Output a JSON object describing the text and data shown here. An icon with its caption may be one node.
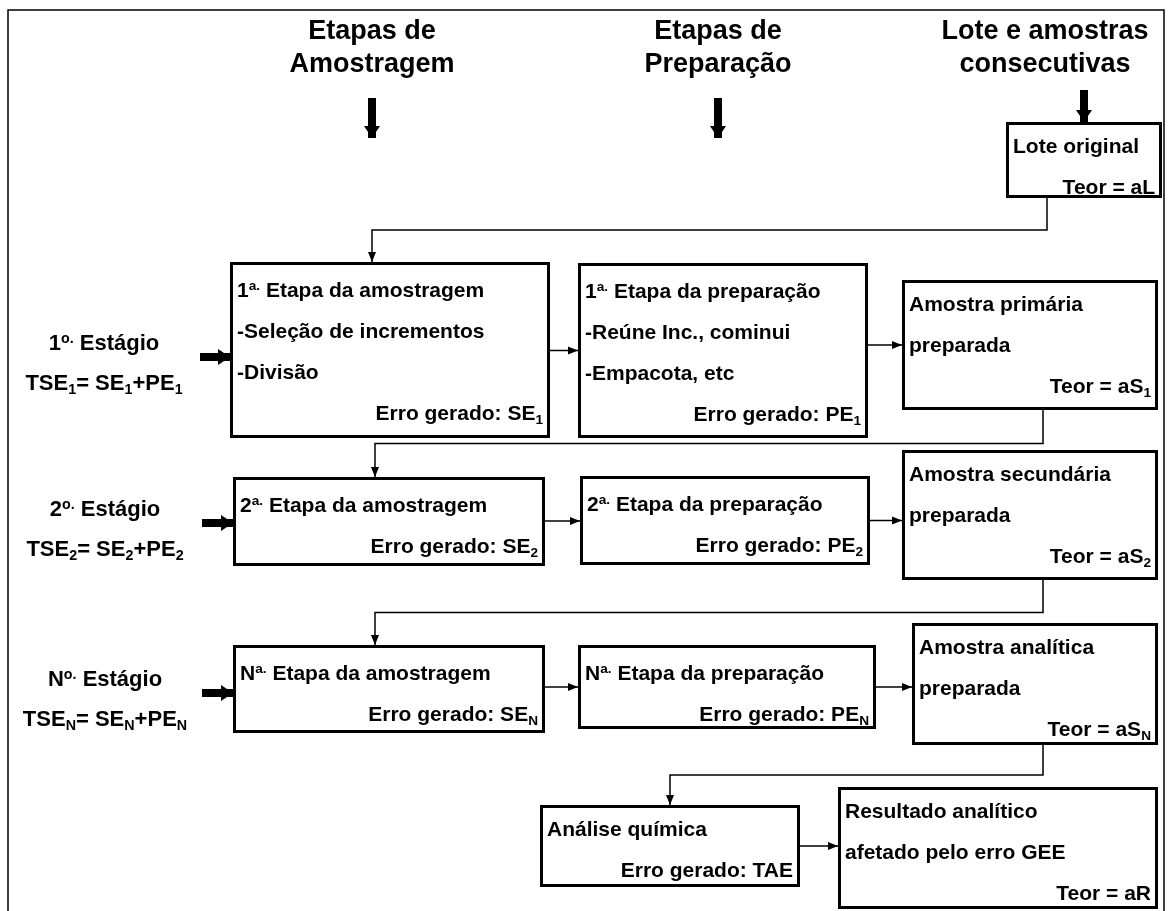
{
  "diagram": {
    "nodes": [
      {
        "text": [
          "Etapas de Amostragem"
        ]
      },
      {
        "text": [
          "Etapas de Preparação"
        ]
      },
      {
        "text": [
          "Lote e amostras consecutivas"
        ]
      },
      {
        "text": [
          "Lote original",
          "Teor = aL"
        ]
      },
      {
        "text": [
          "1$^{o.}$ Estágio",
          "TSE$_{1}$= SE$_{1}$+PE$_{1}$"
        ]
      },
      {
        "text": [
          "1$^{a.}$ Etapa da amostragem",
          "-Seleção de incrementos",
          "-Divisão",
          "Erro gerado: SE$_{1}$"
        ]
      },
      {
        "text": [
          "1$^{a.}$ Etapa da preparação",
          "-Reúne Inc., cominui",
          "-Empacota, etc",
          "Erro gerado: PE$_{1}$"
        ]
      },
      {
        "text": [
          "Amostra primária preparada",
          "Teor = aS$_{1}$"
        ]
      },
      {
        "text": [
          "2$^{o.}$ Estágio",
          "TSE$_{2}$= SE$_{2}$+PE$_{2}$"
        ]
      },
      {
        "text": [
          "2$^{a.}$ Etapa da amostragem",
          "Erro gerado: SE$_{2}$"
        ]
      },
      {
        "text": [
          "2$^{a.}$ Etapa da preparação",
          "Erro gerado: PE$_{2}$"
        ]
      },
      {
        "text": [
          "Amostra secundária preparada",
          "Teor = aS$_{2}$"
        ]
      },
      {
        "text": [
          "N$^{o.}$ Estágio",
          "TSE$_{N}$= SE$_{N}$+PE$_{N}$"
        ]
      },
      {
        "text": [
          "N$^{a.}$ Etapa da amostragem",
          "Erro gerado: SE$_{N}$"
        ]
      },
      {
        "text": [
          "N$^{a.}$ Etapa da preparação",
          "Erro gerado: PE$_{N}$"
        ]
      },
      {
        "text": [
          "Amostra analítica preparada",
          "Teor = aS$_{N}$"
        ]
      },
      {
        "text": [
          "Análise química",
          "Erro gerado: TAE"
        ]
      },
      {
        "text": [
          "Resultado analítico afetado pelo erro GEE",
          "Teor = aR"
        ]
      }
    ],
    "edges": [
      {
        "from": 0,
        "to": null,
        "arrow": "to",
        "style": "thick"
      },
      {
        "from": 1,
        "to": null,
        "arrow": "to",
        "style": "thick"
      },
      {
        "from": 2,
        "to": 3,
        "arrow": "to",
        "style": "thick"
      },
      {
        "from": 3,
        "to": 5,
        "arrow": "to"
      },
      {
        "from": 4,
        "to": 5,
        "arrow": "to",
        "style": "thick"
      },
      {
        "from": 5,
        "to": 6,
        "arrow": "to"
      },
      {
        "from": 6,
        "to": 7,
        "arrow": "to"
      },
      {
        "from": 7,
        "to": 9,
        "arrow": "to"
      },
      {
        "from": 8,
        "to": 9,
        "arrow": "to",
        "style": "thick"
      },
      {
        "from": 9,
        "to": 10,
        "arrow": "to"
      },
      {
        "from": 10,
        "to": 11,
        "arrow": "to"
      },
      {
        "from": 11,
        "to": 13,
        "arrow": "to"
      },
      {
        "from": 12,
        "to": 13,
        "arrow": "to",
        "style": "thick"
      },
      {
        "from": 13,
        "to": 14,
        "arrow": "to"
      },
      {
        "from": 14,
        "to": 15,
        "arrow": "to"
      },
      {
        "from": 15,
        "to": 16,
        "arrow": "to"
      },
      {
        "from": 16,
        "to": 17,
        "arrow": "to"
      }
    ]
  }
}
